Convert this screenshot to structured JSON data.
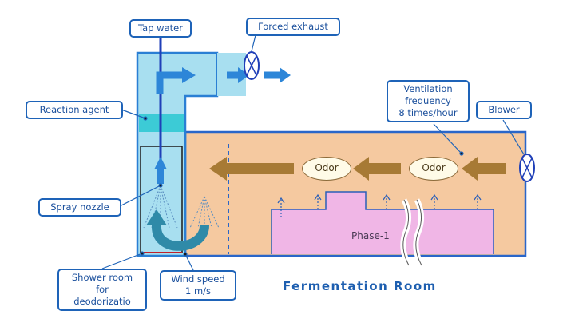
{
  "labels": {
    "tap_water": "Tap water",
    "forced_exhaust": "Forced exhaust",
    "reaction_agent": "Reaction agent",
    "spray_nozzle": "Spray nozzle",
    "shower_room_lines": [
      "Shower room",
      "for",
      "deodorizatio"
    ],
    "wind_speed_lines": [
      "Wind speed",
      "1 m/s"
    ],
    "ventilation_lines": [
      "Ventilation",
      "frequency",
      "8 times/hour"
    ],
    "blower": "Blower",
    "odor_1": "Odor",
    "odor_2": "Odor",
    "phase": "Phase-1",
    "room_title": "Fermentation Room"
  },
  "colors": {
    "duct_fill": "#a8dff0",
    "duct_border": "#2a7fd4",
    "agent_fill": "#3ccbd6",
    "room_fill": "#f5c9a0",
    "room_border": "#2a66c9",
    "phase_fill": "#f0b6e6",
    "odor_arrow": "#a77a35",
    "blue_arrow": "#2d86d8",
    "shower_outline": "#1a1a1a",
    "shower_bottom": "#c0202a"
  }
}
